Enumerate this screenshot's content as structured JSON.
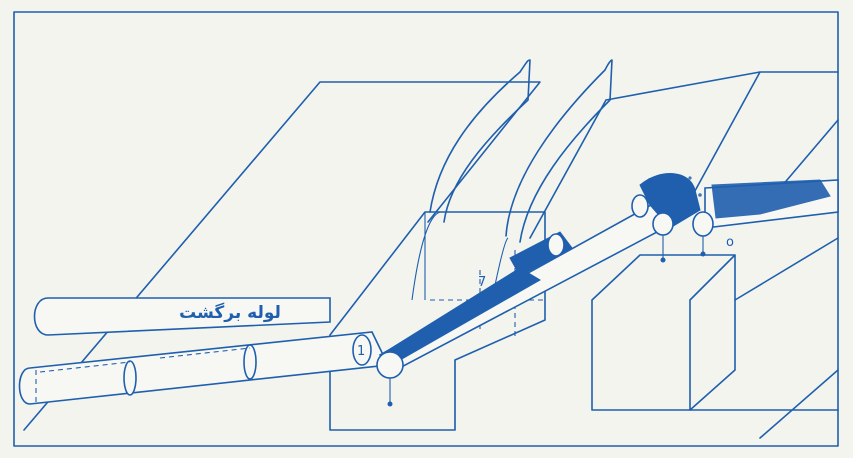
{
  "colors": {
    "ink": "#1f5fae",
    "paper": "#f3f4ee"
  },
  "labels": {
    "return_tube": "لوله برگشت",
    "marker_one": "1",
    "marker_seven": "7",
    "marker_o": "o"
  }
}
